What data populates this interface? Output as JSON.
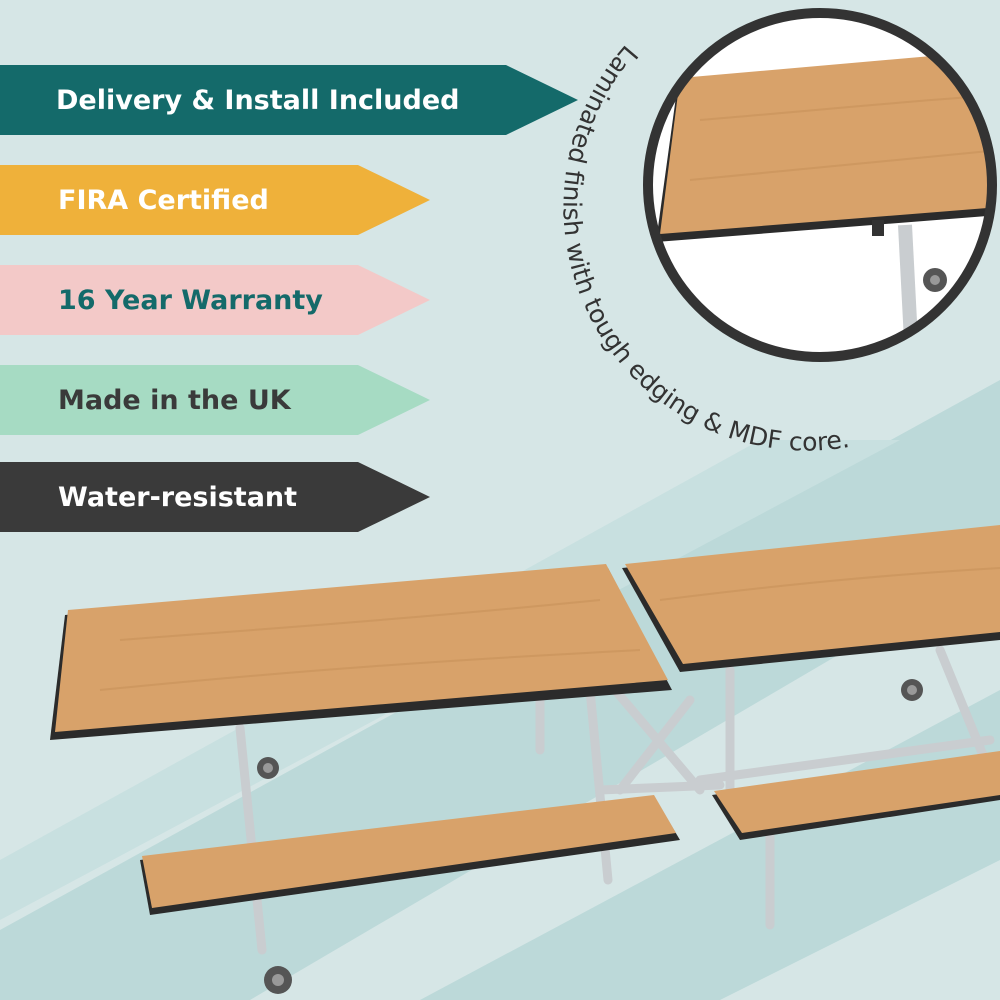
{
  "banners": [
    {
      "label": "Delivery & Install Included",
      "bg": "#146a6a",
      "fg": "#ffffff"
    },
    {
      "label": "FIRA Certified",
      "bg": "#efb13a",
      "fg": "#ffffff"
    },
    {
      "label": "16 Year Warranty",
      "bg": "#f3c9c8",
      "fg": "#146a6a"
    },
    {
      "label": "Made in the UK",
      "bg": "#a6dbc3",
      "fg": "#3a3a3a"
    },
    {
      "label": "Water-resistant",
      "bg": "#3a3a3a",
      "fg": "#ffffff"
    }
  ],
  "inset": {
    "caption": "Laminated finish with tough edging & MDF core."
  },
  "colors": {
    "background": "#d6e6e6",
    "stripe": "#bcd9d9",
    "wood": "#d8a26a",
    "wood_dark": "#c48d55",
    "edge": "#2b2b2b",
    "frame": "#c9cdd0",
    "circle_border": "#333333"
  }
}
